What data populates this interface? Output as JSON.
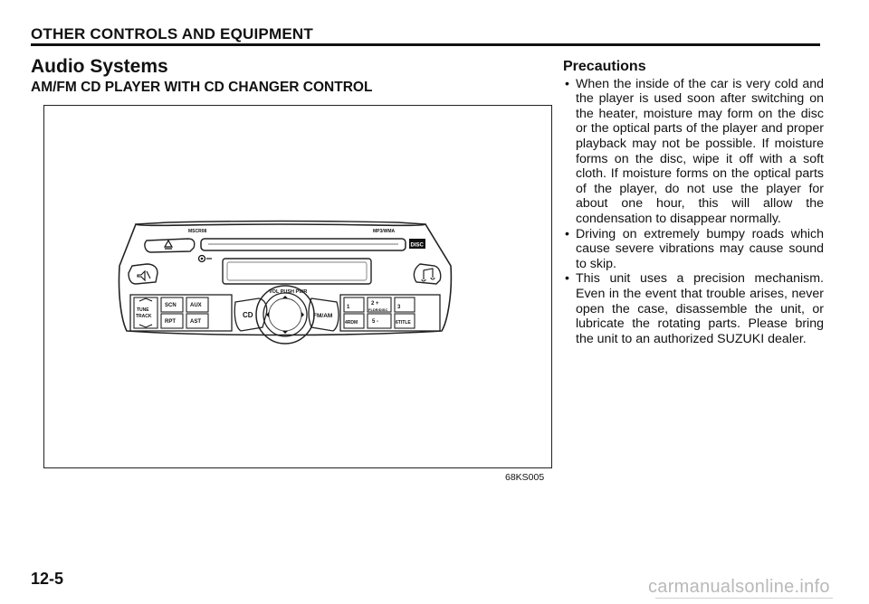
{
  "header": {
    "title": "OTHER CONTROLS AND EQUIPMENT"
  },
  "section": {
    "title": "Audio Systems",
    "subtitle": "AM/FM CD PLAYER WITH CD CHANGER CONTROL"
  },
  "figure": {
    "code": "68KS005",
    "labels": {
      "mscrob": "MSCR08",
      "mp3": "MP3/WMA",
      "disc": "DISC",
      "vol": "VOL PUSH PWR",
      "tune": "TUNE",
      "track": "TRACK",
      "scn": "SCN",
      "aux": "AUX",
      "rpt": "RPT",
      "ast": "AST",
      "cd": "CD",
      "fmam": "FM/AM",
      "p1": "1",
      "p2": "2 +",
      "p3": "3",
      "folder": "FLDR/DISC",
      "p4": "4RDM",
      "p5": "5 -",
      "p6": "6TITLE"
    }
  },
  "precautions": {
    "title": "Precautions",
    "items": [
      "When the inside of the car is very cold and the player is used soon after switching on the heater, moisture may form on the disc or the optical parts of the player and proper playback may not be possible. If moisture forms on the disc, wipe it off with a soft cloth. If moisture forms on the optical parts of the player, do not use the player for about one hour, this will allow the condensation to disappear normally.",
      "Driving on extremely bumpy roads which cause severe vibrations may cause sound to skip.",
      "This unit uses a precision mechanism. Even in the event that trouble arises, never open the case, disassemble the unit, or lubricate the rotating parts. Please bring the unit to an authorized SUZUKI dealer."
    ]
  },
  "footer": {
    "page_number": "12-5",
    "watermark": "carmanualsonline.info"
  }
}
